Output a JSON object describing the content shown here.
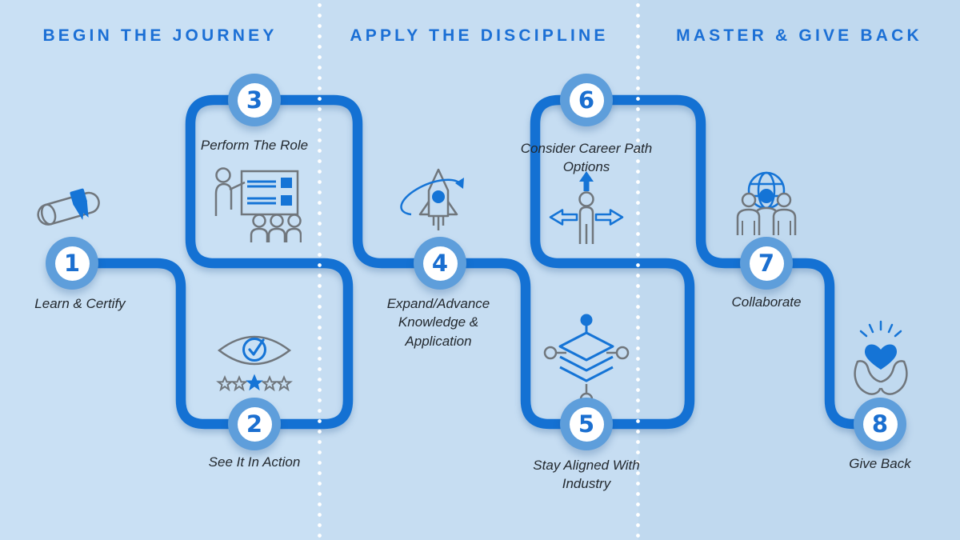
{
  "sections": [
    {
      "title": "BEGIN THE JOURNEY"
    },
    {
      "title": "APPLY THE DISCIPLINE"
    },
    {
      "title": "MASTER & GIVE BACK"
    }
  ],
  "steps": [
    {
      "number": "1",
      "label": "Learn & Certify",
      "icon": "diploma-scroll-icon"
    },
    {
      "number": "2",
      "label": "See It In Action",
      "icon": "eye-check-rating-icon"
    },
    {
      "number": "3",
      "label": "Perform The Role",
      "icon": "presentation-training-icon"
    },
    {
      "number": "4",
      "label": "Expand/Advance Knowledge & Application",
      "icon": "rocket-orbit-icon"
    },
    {
      "number": "5",
      "label": "Stay Aligned With Industry",
      "icon": "layers-network-icon"
    },
    {
      "number": "6",
      "label": "Consider Career Path Options",
      "icon": "career-directions-icon"
    },
    {
      "number": "7",
      "label": "Collaborate",
      "icon": "global-team-icon"
    },
    {
      "number": "8",
      "label": "Give Back",
      "icon": "hands-heart-icon"
    }
  ],
  "colors": {
    "background_left": "#C9E0F4",
    "background_middle": "#C6DDF2",
    "background_right": "#C0D9EF",
    "path_blue": "#1471D3",
    "circle_ring_blue": "#5E9EDB",
    "number_blue": "#1B6FD0",
    "header_blue": "#1B6FD5",
    "label_dark": "#22282E",
    "icon_gray": "#70767C",
    "icon_blue": "#1574D6",
    "divider_dot": "#FFFFFF"
  }
}
